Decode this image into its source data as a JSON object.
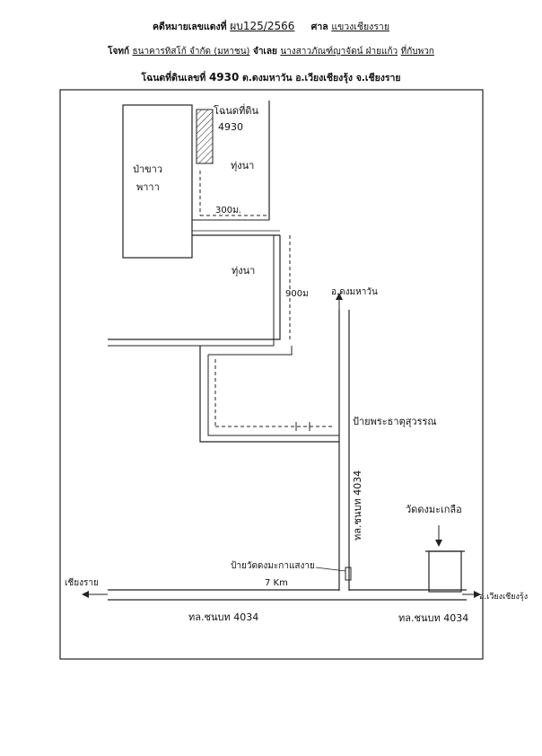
{
  "header": {
    "case_prefix": "คดีหมายเลขแดงที่",
    "case_number": "ผบ125/2566",
    "court_prefix": "ศาล",
    "court_name": "แขวงเชียงราย",
    "plaintiff_prefix": "โจทก์",
    "plaintiff": "ธนาคารทิสโก้ จำกัด (มหาชน)",
    "defendant_prefix": "จำเลย",
    "defendant": "นางสาวภัณฑ์ญาจัดน์ ฝ่ายแก้ว",
    "defendant_suffix": "ที่กับพวก",
    "deed_prefix": "โฉนดที่ดินเลขที่",
    "deed_number": "4930",
    "deed_location": "ต.ดงมหาวัน อ.เวียงเชียงรุ้ง จ.เชียงราย"
  },
  "sketch": {
    "deed_label_line1": "โฉนดที่ดิน",
    "deed_label_line2": "4930",
    "forest_line1": "ป่าขาว",
    "forest_line2": "พาาา",
    "paddy_upper": "ทุ่งนา",
    "paddy_lower": "ทุ่งนา",
    "distance_300": "300ม.",
    "distance_900": "900ม",
    "village_arrow": "อ.ดงมหาวัน",
    "sign_right": "ป้ายพระธาตุสุวรรณ",
    "road_vertical": "ทล.ชนบท 4034",
    "temple_label": "วัดดงมะเกลือ",
    "sign_junction_line1": "ป้ายวัดดงมะกาแสงาย",
    "sign_junction_line2": "7 Km",
    "west_label": "เชียงราย",
    "east_label": "อ.เวียงเชียงรุ้ง",
    "road_bottom_left": "ทล.ชนบท 4034",
    "road_bottom_right": "ทล.ชนบท 4034"
  }
}
